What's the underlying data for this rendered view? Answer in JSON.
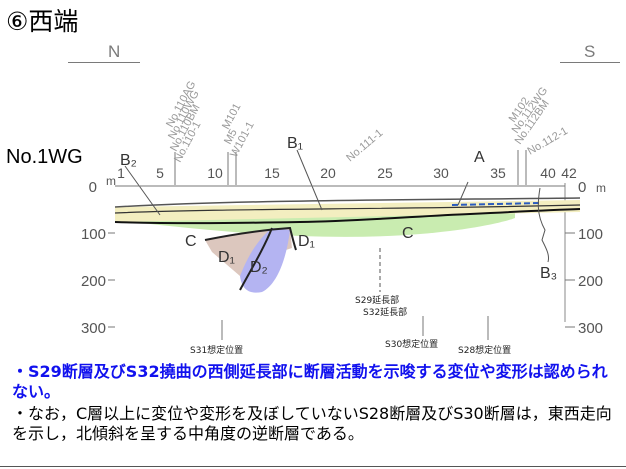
{
  "title": "⑥西端",
  "direction": {
    "left": "N",
    "right": "S"
  },
  "section_label": "No.1WG",
  "boreholes": [
    "No.110AG",
    "No.110WG",
    "No.110BM",
    "No.110-1",
    "M101",
    "M5",
    "W101-1",
    "No.111-1",
    "M102",
    "No.112WG",
    "No.112BM",
    "No.112-1"
  ],
  "top_axis": {
    "ticks": [
      "1",
      "5",
      "10",
      "15",
      "20",
      "25",
      "30",
      "35",
      "40",
      "42"
    ]
  },
  "depth_axis": {
    "unit": "m",
    "ticks": [
      "0",
      "100",
      "200",
      "300"
    ]
  },
  "labels": {
    "b2": "B₂",
    "b1": "B₁",
    "b3": "B₃",
    "a": "A",
    "c_left": "C",
    "c_right": "C",
    "d1_left": "D₁",
    "d1_right": "D₁",
    "d2": "D₂",
    "s29": "S29延長部",
    "s32": "S32延長部",
    "s31": "S31想定位置",
    "s30": "S30想定位置",
    "s28": "S28想定位置"
  },
  "notes": {
    "note1": "・S29断層及びS32撓曲の西側延長部に断層活動を示唆する変位や変形は認められない。",
    "note2": "・なお，C層以上に変位や変形を及ぼしていないS28断層及びS30断層は，東西走向を示し，北傾斜を呈する中角度の逆断層である。"
  },
  "colors": {
    "c_layer": "#c9ecb0",
    "d1_layer": "#dcc7be",
    "d2_layer": "#b4b4f2",
    "surface_layer": "#f3eec0",
    "note_blue": "#1111ee"
  }
}
